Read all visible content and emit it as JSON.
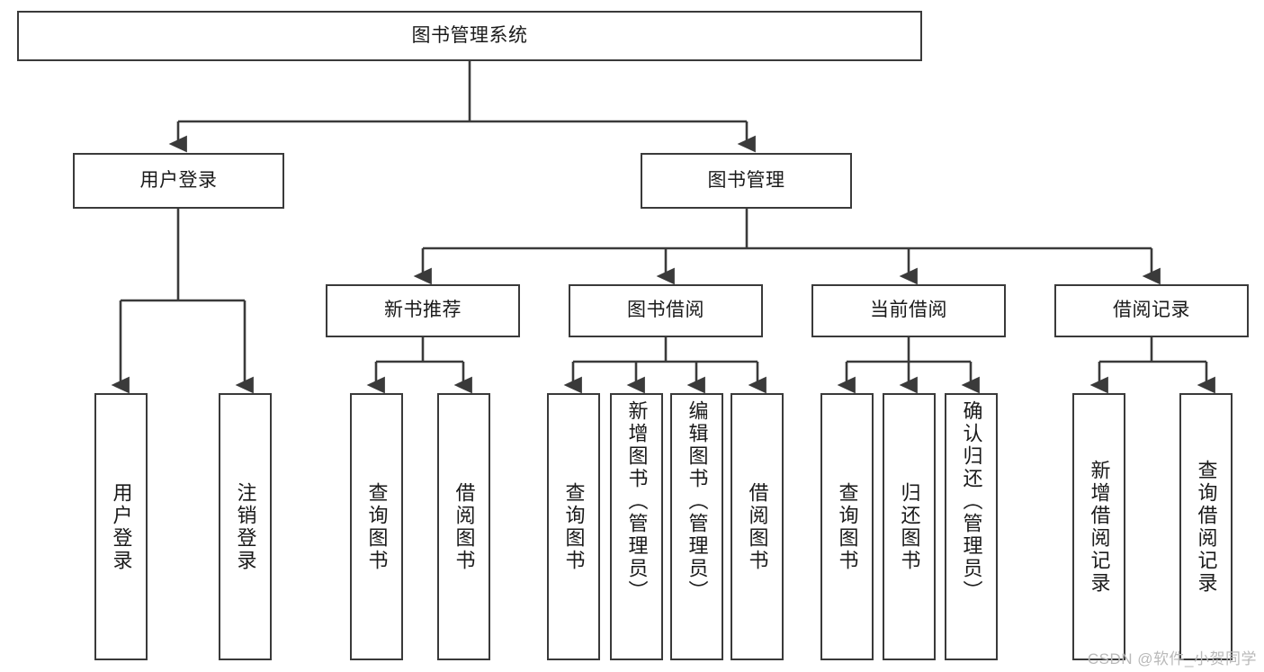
{
  "diagram": {
    "title": "图书管理系统",
    "type": "tree",
    "watermark": "CSDN @软件_小贺同学",
    "colors": {
      "box_border": "#3a3a3a",
      "box_fill": "#ffffff",
      "edge": "#3a3a3a",
      "text": "#1a1a1a",
      "watermark": "#b9b9b9"
    },
    "levels": {
      "root": {
        "label": "图书管理系统"
      },
      "level2": [
        {
          "id": "user-login",
          "label": "用户登录"
        },
        {
          "id": "book-manage",
          "label": "图书管理"
        }
      ],
      "level3": [
        {
          "id": "new-book-rec",
          "label": "新书推荐"
        },
        {
          "id": "book-borrow",
          "label": "图书借阅"
        },
        {
          "id": "current-borrow",
          "label": "当前借阅"
        },
        {
          "id": "borrow-record",
          "label": "借阅记录"
        }
      ],
      "leaves": {
        "user_login": [
          {
            "id": "leaf-user-login",
            "label": "用户登录"
          },
          {
            "id": "leaf-logout",
            "label": "注销登录"
          }
        ],
        "new_book_rec": [
          {
            "id": "leaf-query-book-1",
            "label": "查询图书"
          },
          {
            "id": "leaf-borrow-book-1",
            "label": "借阅图书"
          }
        ],
        "book_borrow": [
          {
            "id": "leaf-query-book-2",
            "label": "查询图书"
          },
          {
            "id": "leaf-add-book",
            "label": "新增图书（管理员）"
          },
          {
            "id": "leaf-edit-book",
            "label": "编辑图书（管理员）"
          },
          {
            "id": "leaf-borrow-book-2",
            "label": "借阅图书"
          }
        ],
        "current_borrow": [
          {
            "id": "leaf-query-book-3",
            "label": "查询图书"
          },
          {
            "id": "leaf-return-book",
            "label": "归还图书"
          },
          {
            "id": "leaf-confirm-return",
            "label": "确认归还（管理员）"
          }
        ],
        "borrow_record": [
          {
            "id": "leaf-add-record",
            "label": "新增借阅记录"
          },
          {
            "id": "leaf-query-record",
            "label": "查询借阅记录"
          }
        ]
      }
    }
  }
}
